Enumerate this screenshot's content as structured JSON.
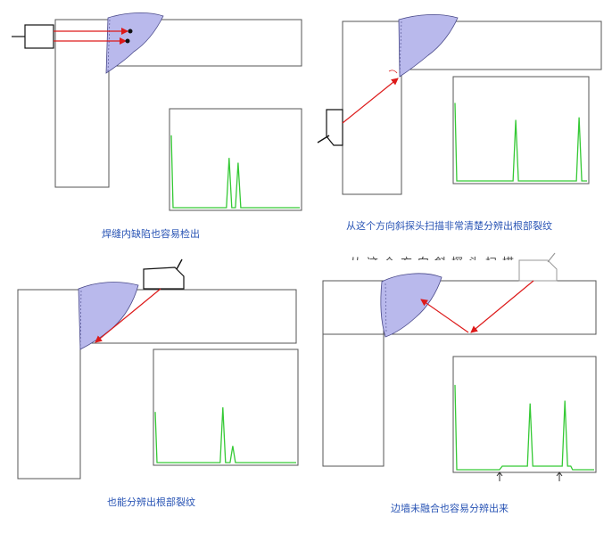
{
  "colors": {
    "outline": "#555555",
    "weld_fill": "#b9b9ec",
    "weld_stroke": "#4a4a8a",
    "beam": "#dd1a1a",
    "signal": "#35c935",
    "caption": "#2a55b5"
  },
  "panels": [
    {
      "caption": "焊缝内缺陷也容易检出",
      "signal": {
        "type": "line",
        "peaks": [
          0.9,
          0.62,
          0.56
        ]
      }
    },
    {
      "caption": "从这个方向斜探头扫描非常清楚分辨出根部裂纹",
      "signal": {
        "type": "line",
        "peaks": [
          0.92,
          0.72,
          0.75
        ]
      }
    },
    {
      "caption": "也能分辨出根部裂纹",
      "signal": {
        "type": "line",
        "peaks": [
          0.55,
          0.6,
          0.18
        ]
      }
    },
    {
      "caption": "边墙未融合也容易分辨出来",
      "header_fragment": "从这个方向斜探头扫描",
      "signal": {
        "type": "line",
        "peaks": [
          0.92,
          0.72,
          0.75
        ]
      }
    }
  ]
}
